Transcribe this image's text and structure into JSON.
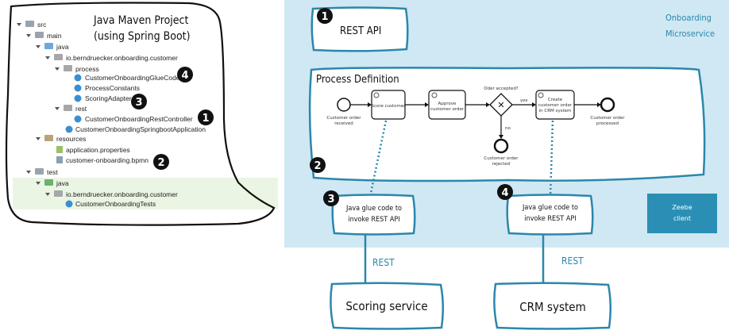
{
  "project_tree": {
    "title_line1": "Java Maven Project",
    "title_line2": "(using Spring Boot)",
    "items": [
      {
        "label": "src"
      },
      {
        "label": "main"
      },
      {
        "label": "java"
      },
      {
        "label": "io.berndruecker.onboarding.customer"
      },
      {
        "label": "process"
      },
      {
        "label": "CustomerOnboardingGlueCode"
      },
      {
        "label": "ProcessConstants"
      },
      {
        "label": "ScoringAdapter"
      },
      {
        "label": "rest"
      },
      {
        "label": "CustomerOnboardingRestController"
      },
      {
        "label": "CustomerOnboardingSpringbootApplication"
      },
      {
        "label": "resources"
      },
      {
        "label": "application.properties"
      },
      {
        "label": "customer-onboarding.bpmn"
      },
      {
        "label": "test"
      },
      {
        "label": "java"
      },
      {
        "label": "io.berndruecker.onboarding.customer"
      },
      {
        "label": "CustomerOnboardingTests"
      }
    ],
    "badges": [
      "4",
      "3",
      "1",
      "2"
    ]
  },
  "microservice": {
    "label_line1": "Onboarding",
    "label_line2": "Microservice",
    "rest_api": {
      "badge": "1",
      "label": "REST API"
    },
    "process_definition": {
      "badge": "2",
      "title": "Process Definition"
    },
    "bpmn": {
      "start_label_line1": "Customer order",
      "start_label_line2": "received",
      "task_score": "Score customer",
      "task_approve_line1": "Approve",
      "task_approve_line2": "customer order",
      "gateway_question": "Oder accepted?",
      "yes_label": "yes",
      "no_label": "no",
      "task_create_line1": "Create",
      "task_create_line2": "customer order",
      "task_create_line3": "in CRM system",
      "end_processed_line1": "Customer order",
      "end_processed_line2": "processed",
      "end_rejected_line1": "Customer order",
      "end_rejected_line2": "rejected"
    },
    "glue_left": {
      "badge": "3",
      "line1": "Java glue code to",
      "line2": "invoke REST API"
    },
    "glue_right": {
      "badge": "4",
      "line1": "Java glue code to",
      "line2": "invoke REST API"
    },
    "zeebe_line1": "Zeebe",
    "zeebe_line2": "client"
  },
  "external": {
    "rest_left": "REST",
    "rest_right": "REST",
    "scoring_service": "Scoring service",
    "crm_system": "CRM system"
  },
  "colors": {
    "panel_bg": "#cfe8f3",
    "accent": "#2b87ab",
    "zeebe_bg": "#2b8fb5",
    "test_highlight": "#eaf5e3",
    "folder": "#9aa3ad",
    "package": "#a7a7a7",
    "class_icon": "#3b8fd1"
  }
}
